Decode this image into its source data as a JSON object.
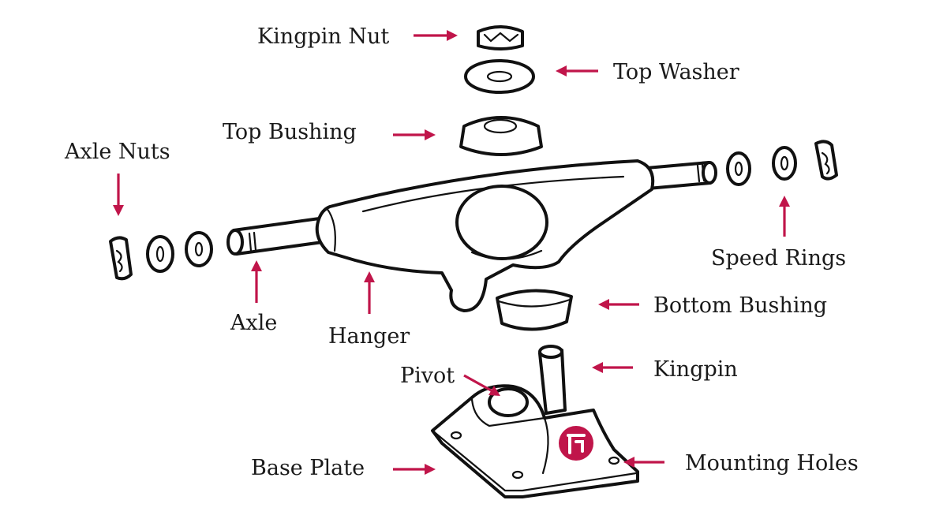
{
  "accent_color": "#c0154a",
  "outline_color": "#111111",
  "labels": {
    "kingpin_nut": "Kingpin Nut",
    "top_washer": "Top Washer",
    "top_bushing": "Top Bushing",
    "axle_nuts": "Axle Nuts",
    "speed_rings": "Speed Rings",
    "axle": "Axle",
    "hanger": "Hanger",
    "bottom_bushing": "Bottom Bushing",
    "kingpin": "Kingpin",
    "pivot": "Pivot",
    "base_plate": "Base Plate",
    "mounting_holes": "Mounting Holes"
  }
}
